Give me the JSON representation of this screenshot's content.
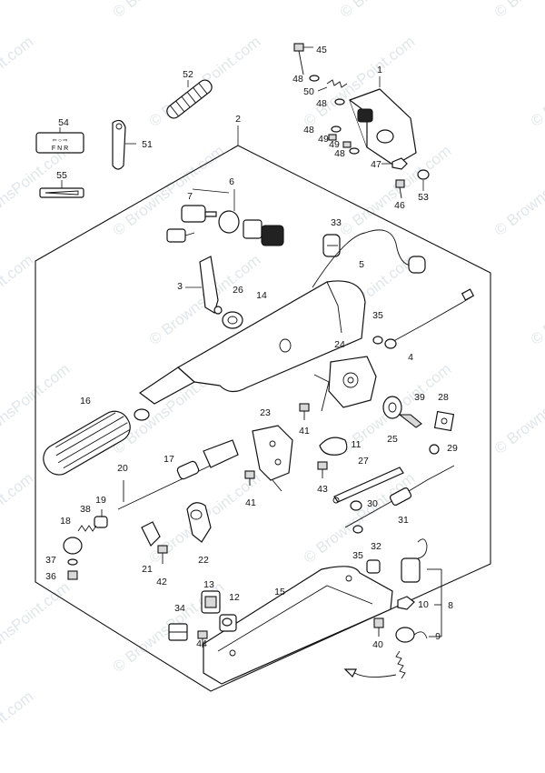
{
  "watermark": {
    "text": "© BrownsPoint.com"
  },
  "callouts": [
    {
      "id": "1",
      "label": "1"
    },
    {
      "id": "2",
      "label": "2"
    },
    {
      "id": "3",
      "label": "3"
    },
    {
      "id": "4",
      "label": "4"
    },
    {
      "id": "5",
      "label": "5"
    },
    {
      "id": "6",
      "label": "6"
    },
    {
      "id": "7",
      "label": "7"
    },
    {
      "id": "8",
      "label": "8"
    },
    {
      "id": "9",
      "label": "9"
    },
    {
      "id": "10",
      "label": "10"
    },
    {
      "id": "11",
      "label": "11"
    },
    {
      "id": "12",
      "label": "12"
    },
    {
      "id": "13",
      "label": "13"
    },
    {
      "id": "14",
      "label": "14"
    },
    {
      "id": "15",
      "label": "15"
    },
    {
      "id": "16",
      "label": "16"
    },
    {
      "id": "17",
      "label": "17"
    },
    {
      "id": "18",
      "label": "18"
    },
    {
      "id": "19",
      "label": "19"
    },
    {
      "id": "20",
      "label": "20"
    },
    {
      "id": "21",
      "label": "21"
    },
    {
      "id": "22",
      "label": "22"
    },
    {
      "id": "23",
      "label": "23"
    },
    {
      "id": "24",
      "label": "24"
    },
    {
      "id": "25",
      "label": "25"
    },
    {
      "id": "26",
      "label": "26"
    },
    {
      "id": "27",
      "label": "27"
    },
    {
      "id": "28",
      "label": "28"
    },
    {
      "id": "29",
      "label": "29"
    },
    {
      "id": "30",
      "label": "30"
    },
    {
      "id": "31",
      "label": "31"
    },
    {
      "id": "32",
      "label": "32"
    },
    {
      "id": "33",
      "label": "33"
    },
    {
      "id": "34",
      "label": "34"
    },
    {
      "id": "35a",
      "label": "35"
    },
    {
      "id": "35b",
      "label": "35"
    },
    {
      "id": "36",
      "label": "36"
    },
    {
      "id": "37",
      "label": "37"
    },
    {
      "id": "38",
      "label": "38"
    },
    {
      "id": "39",
      "label": "39"
    },
    {
      "id": "40",
      "label": "40"
    },
    {
      "id": "41a",
      "label": "41"
    },
    {
      "id": "41b",
      "label": "41"
    },
    {
      "id": "42",
      "label": "42"
    },
    {
      "id": "43",
      "label": "43"
    },
    {
      "id": "44",
      "label": "44"
    },
    {
      "id": "45",
      "label": "45"
    },
    {
      "id": "46",
      "label": "46"
    },
    {
      "id": "47",
      "label": "47"
    },
    {
      "id": "48a",
      "label": "48"
    },
    {
      "id": "48b",
      "label": "48"
    },
    {
      "id": "48c",
      "label": "48"
    },
    {
      "id": "48d",
      "label": "48"
    },
    {
      "id": "49a",
      "label": "49"
    },
    {
      "id": "49b",
      "label": "49"
    },
    {
      "id": "50",
      "label": "50"
    },
    {
      "id": "51",
      "label": "51"
    },
    {
      "id": "52",
      "label": "52"
    },
    {
      "id": "53",
      "label": "53"
    },
    {
      "id": "54",
      "label": "54"
    },
    {
      "id": "55",
      "label": "55"
    }
  ],
  "label_54_text": "F N R"
}
